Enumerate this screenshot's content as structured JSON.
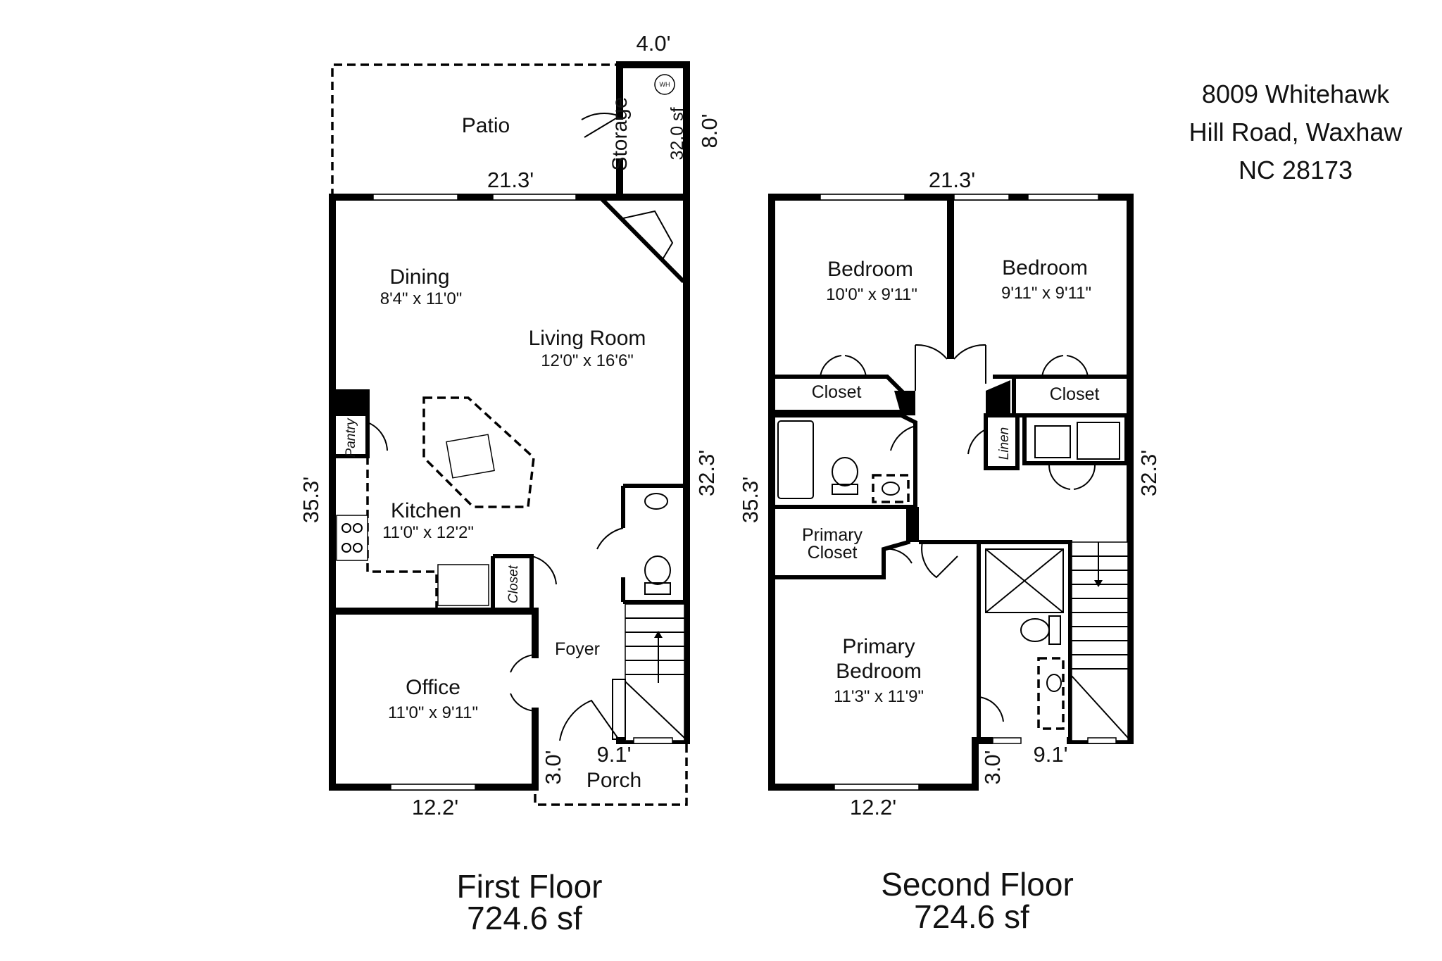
{
  "address": {
    "line1": "8009 Whitehawk",
    "line2": "Hill Road, Waxhaw",
    "line3": "NC 28173"
  },
  "first_floor": {
    "title": "First Floor",
    "area": "724.6 sf",
    "rooms": {
      "patio": "Patio",
      "storage": "Storage",
      "storage_area": "32.0 sf",
      "wh": "WH",
      "dining": "Dining",
      "dining_dim": "8'4\" x 11'0\"",
      "living": "Living Room",
      "living_dim": "12'0\" x 16'6\"",
      "pantry": "Pantry",
      "kitchen": "Kitchen",
      "kitchen_dim": "11'0\" x 12'2\"",
      "closet": "Closet",
      "office": "Office",
      "office_dim": "11'0\" x 9'11\"",
      "foyer": "Foyer",
      "porch": "Porch"
    },
    "dims": {
      "top": "4.0'",
      "storage_side": "8.0'",
      "width": "21.3'",
      "left": "35.3'",
      "right": "32.3'",
      "bottom": "12.2'",
      "porch_side": "3.0'",
      "porch_width": "9.1'"
    }
  },
  "second_floor": {
    "title": "Second Floor",
    "area": "724.6 sf",
    "rooms": {
      "bedroom1": "Bedroom",
      "bedroom1_dim": "10'0\" x 9'11\"",
      "bedroom2": "Bedroom",
      "bedroom2_dim": "9'11\" x 9'11\"",
      "closet1": "Closet",
      "closet2": "Closet",
      "linen": "Linen",
      "primary_closet_1": "Primary",
      "primary_closet_2": "Closet",
      "primary_bedroom_1": "Primary",
      "primary_bedroom_2": "Bedroom",
      "primary_bedroom_dim": "11'3\" x 11'9\""
    },
    "dims": {
      "width": "21.3'",
      "left": "35.3'",
      "right": "32.3'",
      "bottom": "12.2'",
      "notch_side": "3.0'",
      "notch_width": "9.1'"
    }
  }
}
